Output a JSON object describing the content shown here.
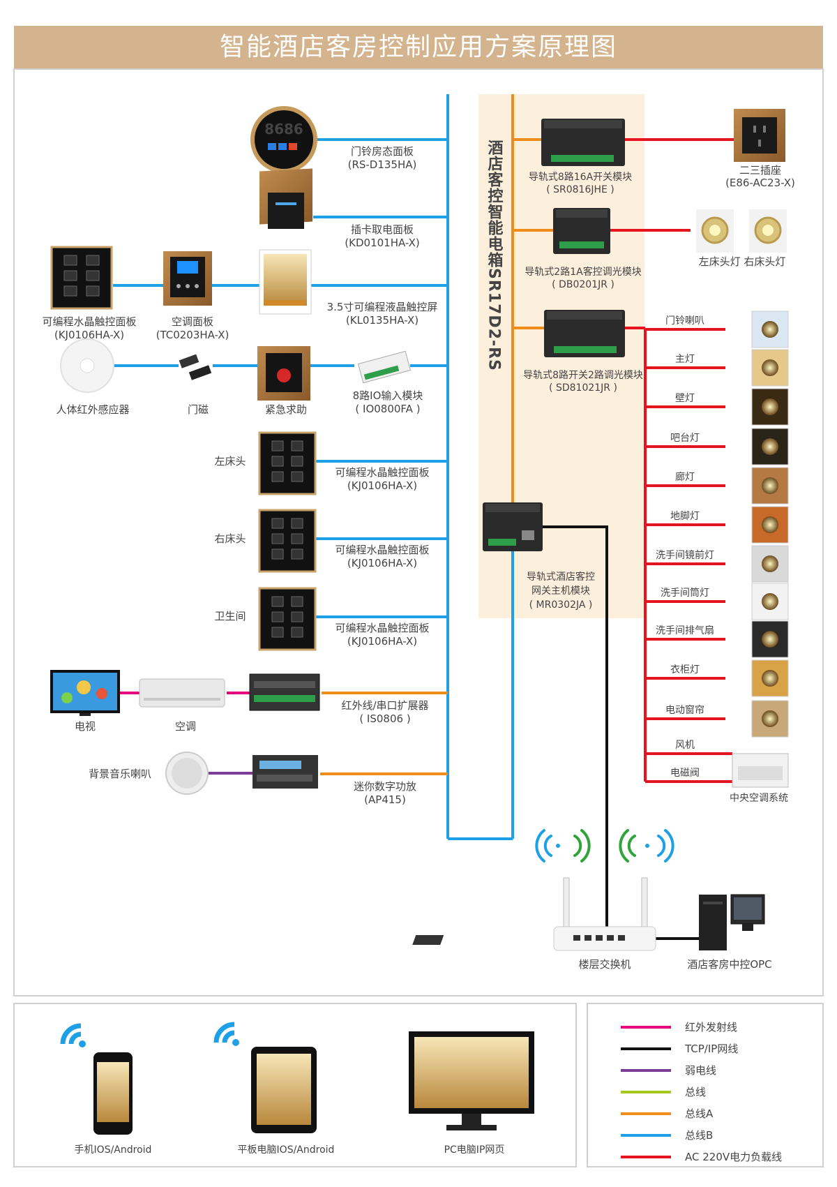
{
  "title": "智能酒店客房控制应用方案原理图",
  "controller": {
    "name": "酒店客控智能电箱SR17D2-RS"
  },
  "left_devices": {
    "doorbell_panel": {
      "name": "门铃房态面板",
      "model": "(RS-D135HA)",
      "display": "8686"
    },
    "card_panel": {
      "name": "插卡取电面板",
      "model": "(KD0101HA-X)"
    },
    "lcd_screen": {
      "name": "3.5寸可编程液晶触控屏",
      "model": "(KL0135HA-X)"
    },
    "crystal_panel": {
      "name": "可编程水晶触控面板",
      "model": "(KJ0106HA-X)"
    },
    "ac_panel": {
      "name": "空调面板",
      "model": "(TC0203HA-X)"
    },
    "pir_sensor": {
      "name": "人体红外感应器"
    },
    "door_sensor": {
      "name": "门磁"
    },
    "emergency": {
      "name": "紧急求助"
    },
    "io_module": {
      "name": "8路IO输入模块",
      "model": "( IO0800FA )"
    },
    "left_bed": {
      "label": "左床头",
      "name": "可编程水晶触控面板",
      "model": "(KJ0106HA-X)"
    },
    "right_bed": {
      "label": "右床头",
      "name": "可编程水晶触控面板",
      "model": "(KJ0106HA-X)"
    },
    "bathroom": {
      "label": "卫生间",
      "name": "可编程水晶触控面板",
      "model": "(KJ0106HA-X)"
    },
    "tv": {
      "name": "电视"
    },
    "aircon": {
      "name": "空调"
    },
    "ir_expander": {
      "name": "红外线/串口扩展器",
      "model": "( IS0806 )"
    },
    "bg_speaker": {
      "name": "背景音乐喇叭"
    },
    "amplifier": {
      "name": "迷你数字功放",
      "model": "(AP415)"
    }
  },
  "modules": {
    "switch8": {
      "name": "导轨式8路16A开关模块",
      "model": "( SR0816JHE )"
    },
    "dimmer2": {
      "name": "导轨式2路1A客控调光模块",
      "model": "( DB0201JR )"
    },
    "sd8": {
      "name": "导轨式8路开关2路调光模块",
      "model": "( SD81021JR )"
    },
    "gateway": {
      "name": "导轨式酒店客控",
      "name2": "网关主机模块",
      "model": "( MR0302JA )"
    }
  },
  "right_devices": {
    "socket": {
      "name": "二三插座",
      "model": "(E86-AC23-X)"
    },
    "bed_lamps": {
      "name": "左床头灯 右床头灯"
    },
    "loads": [
      "门铃喇叭",
      "主灯",
      "壁灯",
      "吧台灯",
      "廊灯",
      "地脚灯",
      "洗手间镜前灯",
      "洗手间筒灯",
      "洗手间排气扇",
      "衣柜灯",
      "电动窗帘",
      "风机",
      "电磁阀"
    ],
    "central_ac": {
      "name": "中央空调系统"
    }
  },
  "network": {
    "switch": {
      "name": "楼层交换机"
    },
    "pc": {
      "name": "酒店客房中控OPC"
    }
  },
  "clients": [
    {
      "name": "手机IOS/Android"
    },
    {
      "name": "平板电脑IOS/Android"
    },
    {
      "name": "PC电脑IP网页"
    }
  ],
  "legend": [
    {
      "label": "红外发射线",
      "color": "#e6007e"
    },
    {
      "label": "TCP/IP网线",
      "color": "#111111"
    },
    {
      "label": "弱电线",
      "color": "#7d3c98"
    },
    {
      "label": "总线",
      "color": "#a6c81e"
    },
    {
      "label": "总线A",
      "color": "#f08c1a"
    },
    {
      "label": "总线B",
      "color": "#1ea0e6"
    },
    {
      "label": "AC 220V电力负载线",
      "color": "#e6141e"
    }
  ],
  "colors": {
    "title_bg": "#d3b48e",
    "bus_a": "#f08c1a",
    "bus_b": "#1ea0e6",
    "power": "#e6141e",
    "tcp": "#111111",
    "ir": "#e6007e",
    "weak": "#7d3c98",
    "wifi_blue": "#1ea0e6",
    "wifi_green": "#2ea43a",
    "cabinet_bg": "#fcefdc"
  }
}
